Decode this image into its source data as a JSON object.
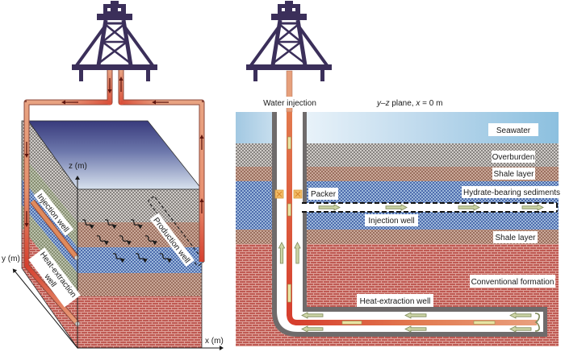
{
  "colors": {
    "derrick": "#3b2f5a",
    "casing": "#6f6b6b",
    "pipe_hot": "#d63f2e",
    "pipe_warm": "#e8a07c",
    "flow_arrow": "#cdd5a6",
    "packer": "#f2bc66"
  },
  "left_panel": {
    "axes": {
      "z_label": "z (m)",
      "y_label": "y (m)",
      "x_label": "x (m)"
    },
    "labels": {
      "injection_well": "Injection well",
      "heat_extraction_line1": "Heat-extraction",
      "heat_extraction_line2": "well",
      "production_well": "Production well"
    }
  },
  "right_panel": {
    "water_injection": "Water injection",
    "plane": {
      "v1": "y",
      "dash": "–",
      "v2": "z",
      "mid": " plane, ",
      "v3": "x",
      "tail": " = 0 m"
    },
    "layers": {
      "seawater": "Seawater",
      "overburden": "Overburden",
      "shale_upper": "Shale layer",
      "hydrate": "Hydrate-bearing sediments",
      "shale_lower": "Shale layer",
      "conventional": "Conventional formation"
    },
    "labels": {
      "packer": "Packer",
      "injection_well": "Injection well",
      "heat_extraction_well": "Heat-extraction well"
    }
  }
}
